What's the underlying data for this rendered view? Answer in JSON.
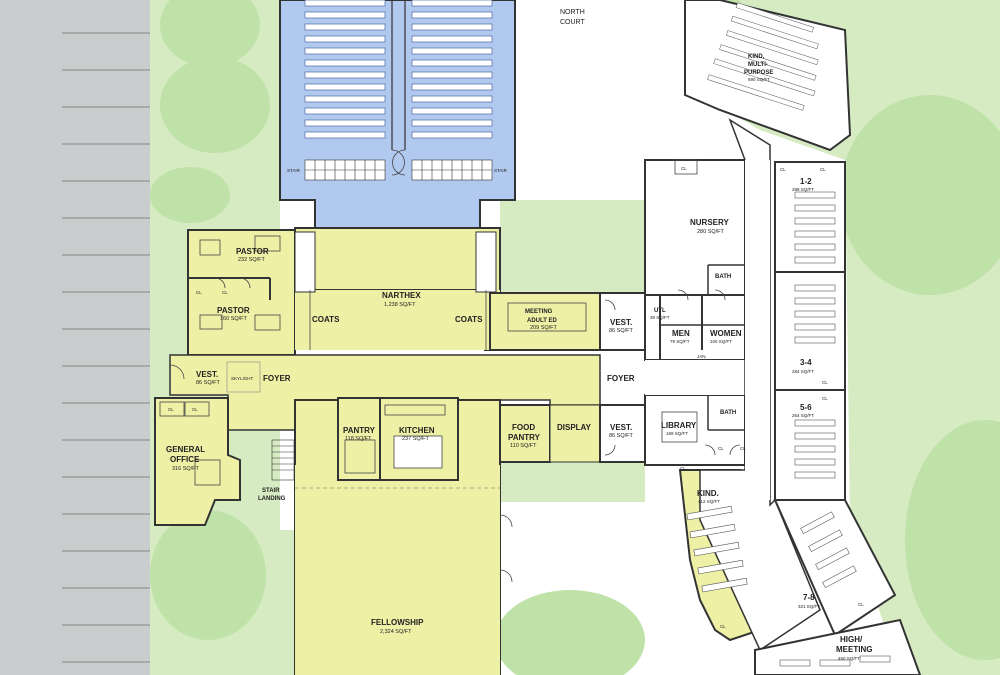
{
  "north_court": {
    "line1": "NORTH",
    "line2": "COURT"
  },
  "rooms": {
    "stair_left": "STAIR",
    "stair_right": "STAIR",
    "pastor1": {
      "name": "PASTOR",
      "area": "232 SQ/FT"
    },
    "pastor2": {
      "name": "PASTOR",
      "area": "160 SQ/FT"
    },
    "cl_p1": "CL",
    "cl_p2": "CL",
    "coats_left": "COATS",
    "coats_right": "COATS",
    "narthex": {
      "name": "NARTHEX",
      "area": "1,238 SQ/FT"
    },
    "meeting": {
      "name1": "MEETING",
      "name2": "ADULT ED",
      "area": "209 SQ/FT"
    },
    "vest_left": {
      "name": "VEST.",
      "area": "86 SQ/FT"
    },
    "skylight": "SKYLIGHT",
    "foyer_left": "FOYER",
    "cl_office1": "CL",
    "cl_office2": "CL",
    "general_office": {
      "name1": "GENERAL",
      "name2": "OFFICE",
      "area": "316 SQ/FT"
    },
    "stair_landing": {
      "line1": "STAIR",
      "line2": "LANDING"
    },
    "pantry": {
      "name": "PANTRY",
      "area": "118 SQ/FT"
    },
    "kitchen": {
      "name": "KITCHEN",
      "area": "237 SQ/FT"
    },
    "food_pantry": {
      "name1": "FOOD",
      "name2": "PANTRY",
      "area": "110 SQ/FT"
    },
    "display": "DISPLAY",
    "vest_upper": {
      "name": "VEST.",
      "area": "86 SQ/FT"
    },
    "vest_lower": {
      "name": "VEST.",
      "area": "86 SQ/FT"
    },
    "foyer_right": "FOYER",
    "fellowship": {
      "name": "FELLOWSHIP",
      "area": "2,324 SQ/FT"
    },
    "utl": {
      "name": "UTL",
      "area": "39 SQ/FT"
    },
    "men": {
      "name": "MEN",
      "area": "79 SQ/FT"
    },
    "women": {
      "name": "WOMEN",
      "area": "100 SQ/FT"
    },
    "jan": "JAN.",
    "nursery": {
      "name": "NURSERY",
      "area": "280 SQ/FT"
    },
    "bath_upper": "BATH",
    "bath_lower": "BATH",
    "library": {
      "name": "LIBRARY",
      "area": "169 SQ/FT"
    },
    "cl_nursery": "CL",
    "cl_lib": "CL",
    "cl_lib2": "CL",
    "cl_kind": "CL",
    "cl_kind2": "CL",
    "kind": {
      "name": "KIND.",
      "area": "412 SQ/FT"
    },
    "kind_multi": {
      "line1": "KIND.",
      "line2": "MULTI-",
      "line3": "PURPOSE",
      "area": "690 SQ/FT"
    },
    "cl_12a": "CL",
    "cl_12b": "CL",
    "class_12": {
      "name": "1-2",
      "area": "288 SQ/FT"
    },
    "class_34": {
      "name": "3-4",
      "area": "284 SQ/FT"
    },
    "class_56": {
      "name": "5-6",
      "area": "264 SQ/FT"
    },
    "cl_34": "CL",
    "cl_56": "CL",
    "class_78": {
      "name": "7-8",
      "area": "321 SQ/FT"
    },
    "cl_78": "CL",
    "high_meeting": {
      "name1": "HIGH/",
      "name2": "MEETING",
      "area": "450 SQ/FT"
    }
  },
  "colors": {
    "sanctuary": "#b2c9ef",
    "public_yellow": "#eef0a6",
    "grass": "#d6ebc2",
    "tree": "#bfe2a8",
    "road": "#c9cdcd",
    "room_white": "#ffffff",
    "wall": "#333333"
  }
}
